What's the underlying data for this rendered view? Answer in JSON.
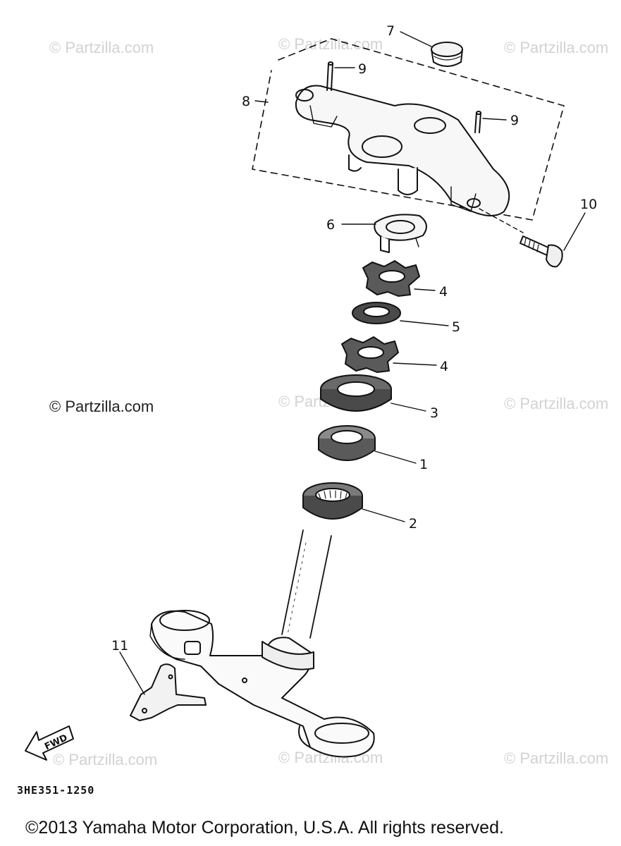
{
  "watermarks": {
    "text": "© Partzilla.com",
    "prominent": "© Partzilla.com"
  },
  "callouts": {
    "c1": "1",
    "c2": "2",
    "c3": "3",
    "c4a": "4",
    "c4b": "4",
    "c5": "5",
    "c6": "6",
    "c7": "7",
    "c8": "8",
    "c9a": "9",
    "c9b": "9",
    "c10": "10",
    "c11": "11"
  },
  "fwd_label": "FWD",
  "part_code": "3HE351-1250",
  "copyright": "©2013 Yamaha Motor Corporation, U.S.A. All rights reserved."
}
